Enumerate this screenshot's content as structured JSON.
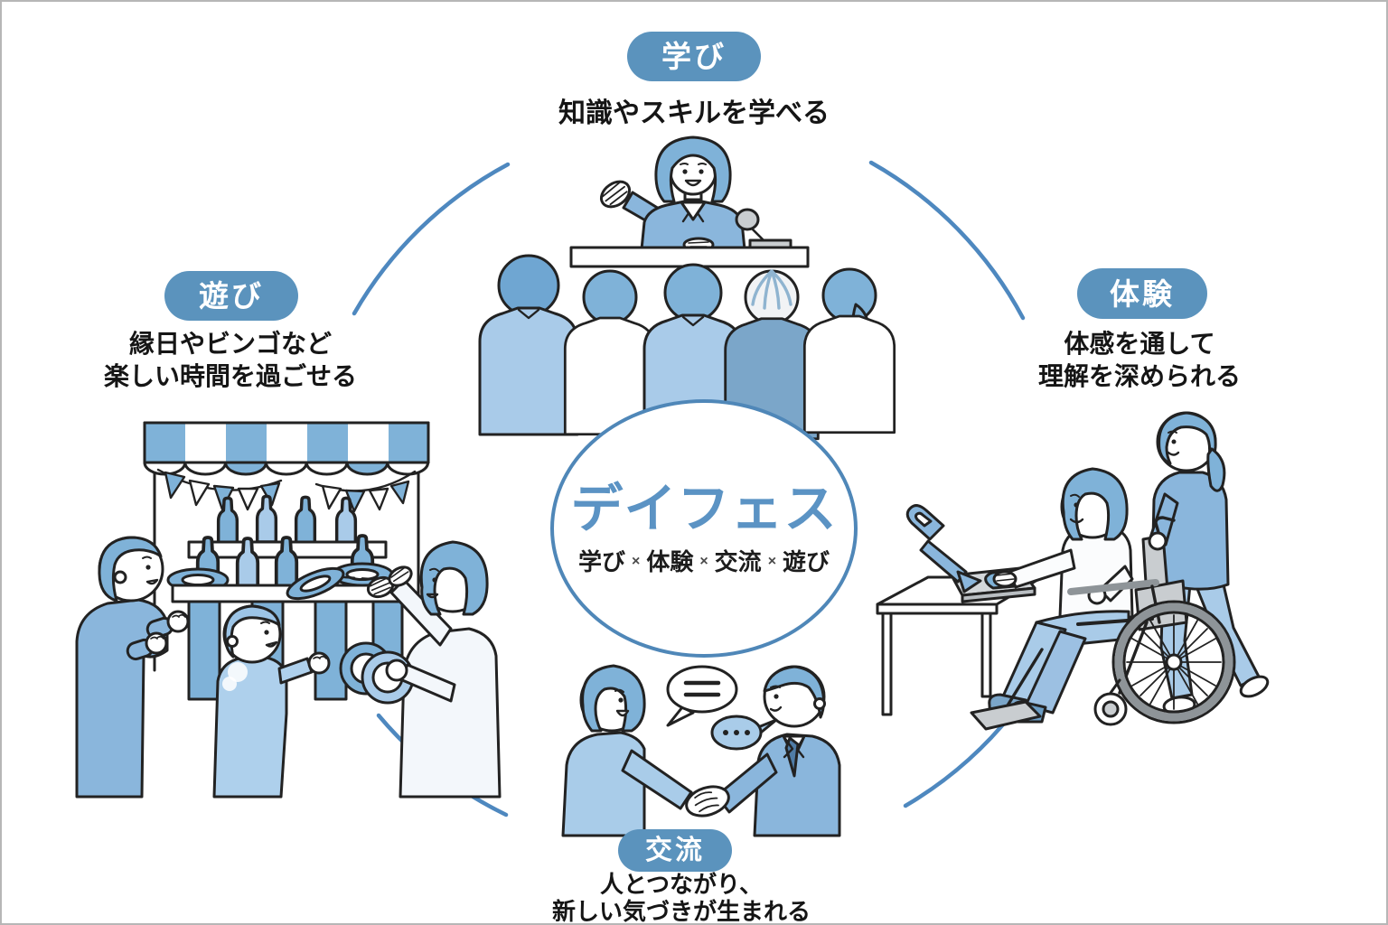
{
  "center": {
    "title": "デイフェス",
    "formula": {
      "item1": "学び",
      "item2": "体験",
      "item3": "交流",
      "item4": "遊び",
      "separator": "×"
    }
  },
  "sections": {
    "learning": {
      "badge": "学び",
      "caption": "知識やスキルを学べる"
    },
    "play": {
      "badge": "遊び",
      "caption_line1": "縁日やビンゴなど",
      "caption_line2": "楽しい時間を過ごせる"
    },
    "experience": {
      "badge": "体験",
      "caption_line1": "体感を通して",
      "caption_line2": "理解を深められる"
    },
    "exchange": {
      "badge": "交流",
      "caption_line1": "人とつながり、",
      "caption_line2": "新しい気づきが生まれる"
    }
  },
  "speech_bubbles": {
    "equals_sign": "＝",
    "pause_dots": "…"
  },
  "icons": {
    "learning_scene": "lecture-scene",
    "play_scene": "festival-ring-toss-scene",
    "experience_scene": "wheelchair-activity-scene",
    "exchange_scene": "handshake-scene"
  },
  "colors": {
    "badge_blue": "#5b93bd",
    "title_blue": "#5b93c4",
    "arc_blue": "#4e88bf",
    "outline": "#222222",
    "blue_mid": "#7fb2d8",
    "blue_light": "#a9cbe9",
    "blue_pale": "#f3f7fb",
    "gray": "#c9cdd0"
  }
}
